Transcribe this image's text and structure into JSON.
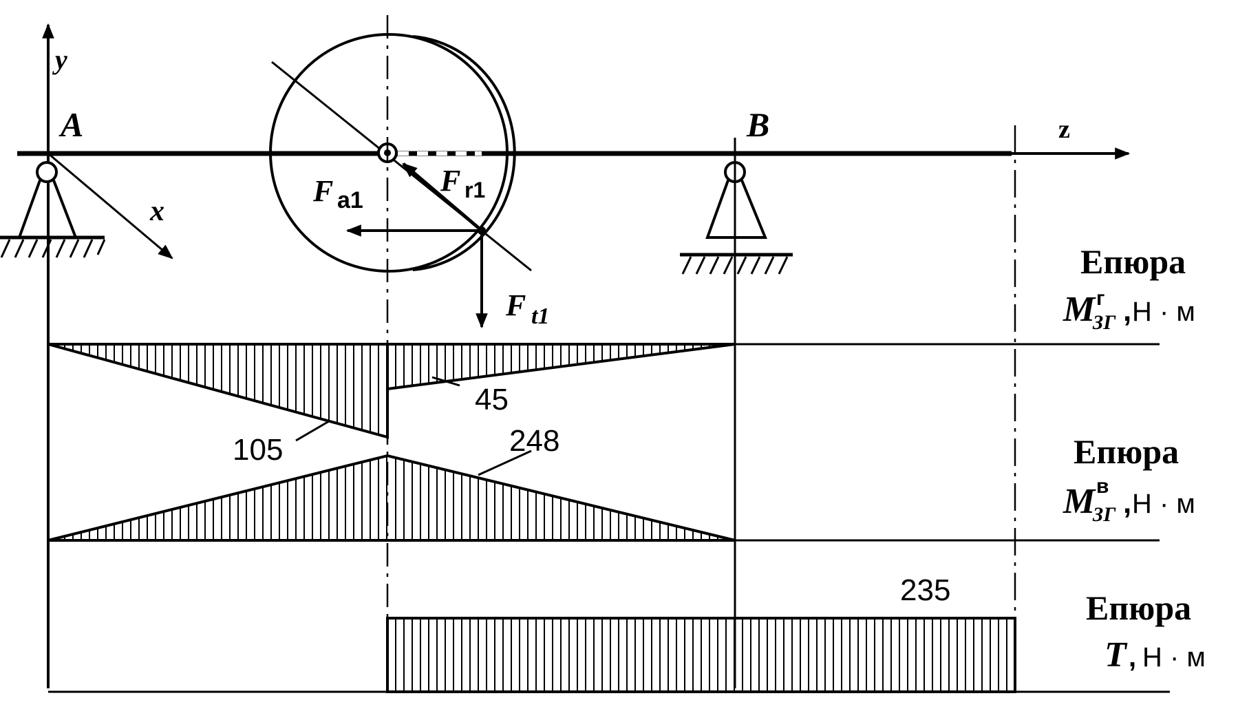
{
  "labels": {
    "axis_y": "y",
    "axis_x": "x",
    "axis_z": "z",
    "support_a": "A",
    "support_b": "B",
    "force_axial": {
      "main": "F",
      "sub": "a1"
    },
    "force_radial": {
      "main": "F",
      "sub": "r1"
    },
    "force_tangential": {
      "main": "F",
      "sub": "t1"
    }
  },
  "epures": [
    {
      "title": "Епюра",
      "symbol": "M",
      "sub": "ЗГ",
      "sup": "г",
      "unit": "Н · м",
      "values": [
        "105",
        "45"
      ]
    },
    {
      "title": "Епюра",
      "symbol": "M",
      "sub": "ЗГ",
      "sup": "в",
      "unit": "Н · м",
      "values": [
        "248"
      ]
    },
    {
      "title": "Епюра",
      "symbol": "T",
      "sub": "",
      "sup": "",
      "unit": "Н · м",
      "values": [
        "235"
      ]
    }
  ]
}
